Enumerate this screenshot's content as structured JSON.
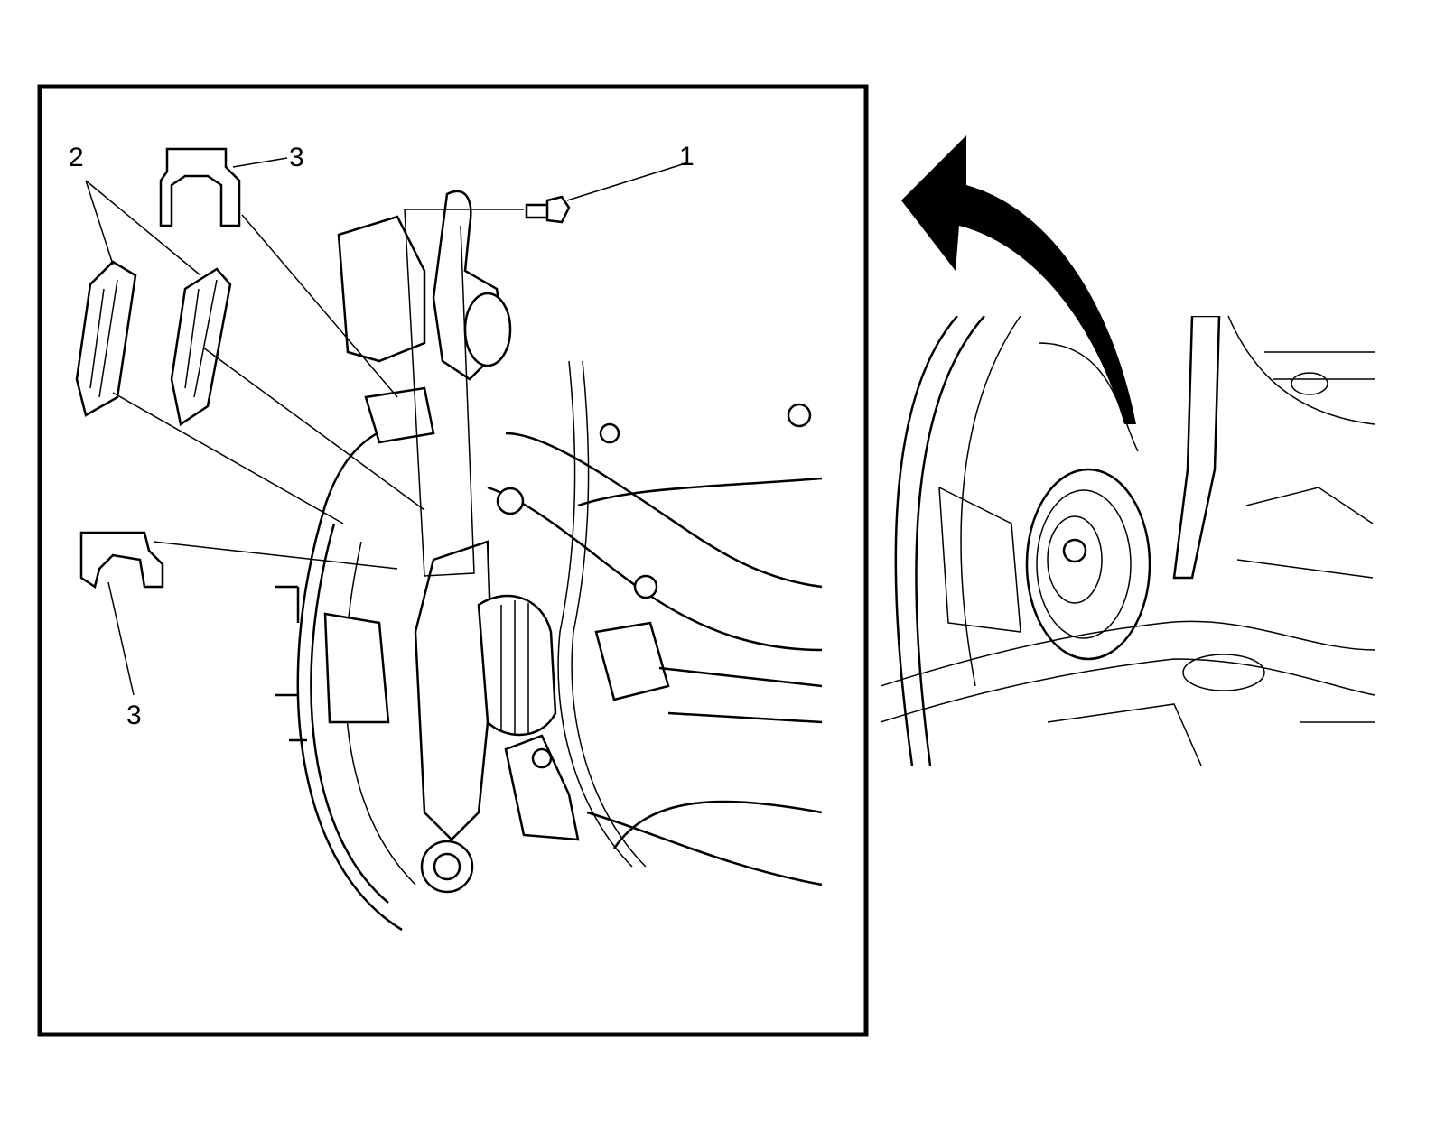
{
  "diagram": {
    "callouts": [
      {
        "id": "1",
        "label": "1",
        "part": "bolt"
      },
      {
        "id": "2",
        "label": "2",
        "part": "brake-pads"
      },
      {
        "id": "3a",
        "label": "3",
        "part": "upper-pad-clip"
      },
      {
        "id": "3b",
        "label": "3",
        "part": "lower-pad-clip"
      }
    ],
    "colors": {
      "line": "#000000",
      "background": "#ffffff"
    }
  }
}
